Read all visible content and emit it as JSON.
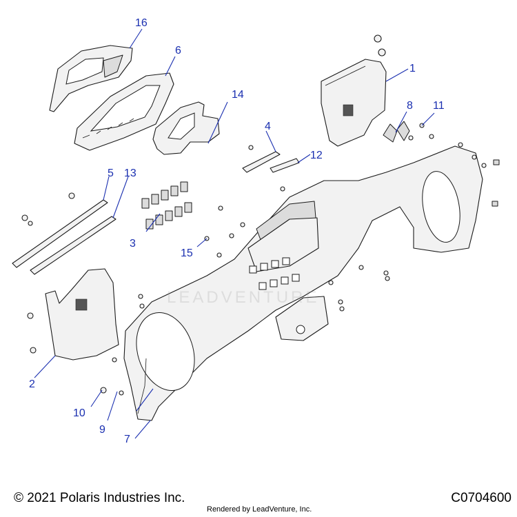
{
  "callouts": {
    "c1": "1",
    "c2": "2",
    "c3": "3",
    "c4": "4",
    "c5": "5",
    "c6": "6",
    "c7": "7",
    "c8": "8",
    "c9": "9",
    "c10": "10",
    "c11": "11",
    "c12": "12",
    "c13": "13",
    "c14": "14",
    "c15": "15",
    "c16": "16"
  },
  "footer": {
    "copyright": "© 2021 Polaris Industries Inc.",
    "render_credit": "Rendered by LeadVenture, Inc.",
    "diagram_code": "C0704600"
  },
  "watermark": "LEADVENTURE",
  "colors": {
    "callout": "#1a2fb0",
    "line": "#1a1a1a",
    "part_fill": "#f2f2f2"
  }
}
